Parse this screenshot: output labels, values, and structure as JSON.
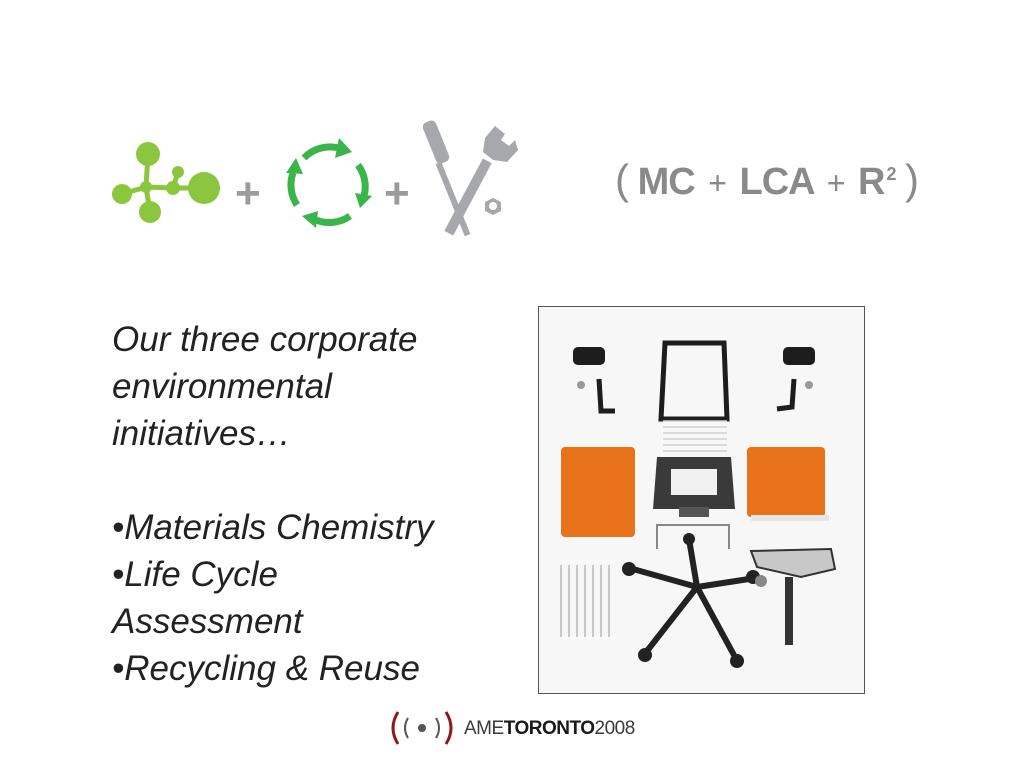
{
  "icons": {
    "molecule": "molecule-icon",
    "recycle": "recycle-arrows-icon",
    "tools": "wrench-screwdriver-icon"
  },
  "operators": {
    "plus_1": "+",
    "plus_2": "+"
  },
  "formula": {
    "open_paren": "(",
    "term_1": "MC",
    "op_1": "+",
    "term_2": "LCA",
    "op_2": "+",
    "term_3": "R",
    "exponent": "2",
    "close_paren": ")"
  },
  "content": {
    "intro_lines": [
      "Our three corporate",
      "environmental",
      "initiatives…"
    ],
    "bullets": [
      "•Materials Chemistry",
      "•Life Cycle",
      "Assessment",
      "•Recycling & Reuse"
    ]
  },
  "footer": {
    "prefix": "AME",
    "city": "TORONTO",
    "year": "2008"
  },
  "colors": {
    "green": "#8cc63f",
    "green_dark": "#39b54a",
    "gray_tools": "#a6a8ab",
    "formula_gray": "#8a8a8a",
    "footer_red": "#8b1a1a",
    "orange": "#e8731a"
  }
}
